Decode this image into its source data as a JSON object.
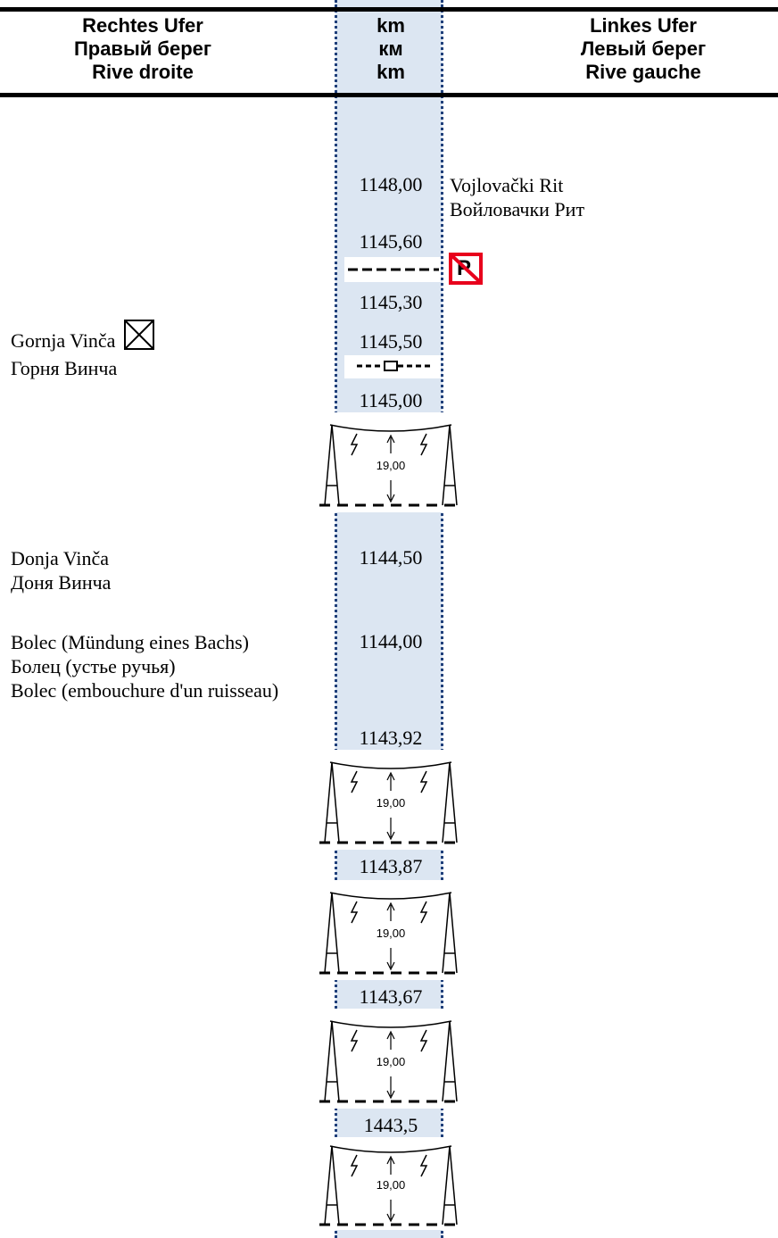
{
  "header": {
    "right_bank": [
      "Rechtes Ufer",
      "Правый берег",
      "Rive droite"
    ],
    "km": [
      "km",
      "км",
      "km"
    ],
    "left_bank": [
      "Linkes Ufer",
      "Левый берег",
      "Rive gauche"
    ]
  },
  "km_markers": {
    "k1148_00": "1148,00",
    "k1145_60": "1145,60",
    "k1145_30": "1145,30",
    "k1145_50": "1145,50",
    "k1145_00": "1145,00",
    "k1144_50": "1144,50",
    "k1144_00": "1144,00",
    "k1143_92": "1143,92",
    "k1143_87": "1143,87",
    "k1143_67": "1143,67",
    "k1443_5": "1443,5"
  },
  "left_bank_entries": {
    "vojlovacki": [
      "Vojlovački Rit",
      "Войловачки Рит"
    ]
  },
  "right_bank_entries": {
    "gornja_vinca": [
      "Gornja Vinča",
      "Горня Винча"
    ],
    "donja_vinca": [
      "Donja Vinča",
      "Доня Винча"
    ],
    "bolec": [
      "Bolec (Mündung eines Bachs)",
      "Болец (устье ручья)",
      "Bolec (embouchure d'un ruisseau)"
    ]
  },
  "power_lines": {
    "clearance": "19,00"
  },
  "icons": {
    "no_parking": "P",
    "harbour_box": "crossed-box-icon",
    "cable_ferry": "ferry-cable-icon"
  },
  "colors": {
    "km_band": "#dce6f2",
    "km_dotted_line": "#1f3f7a",
    "no_parking_red": "#e8001c"
  }
}
